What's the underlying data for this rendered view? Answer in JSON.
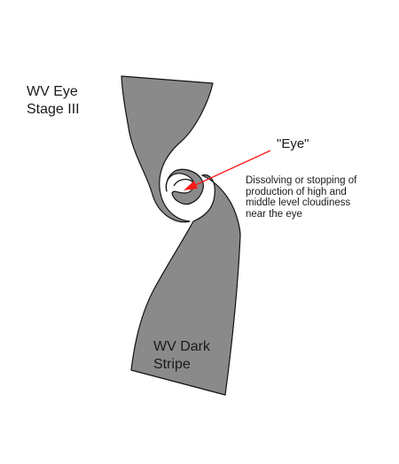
{
  "stage_label": {
    "line1": "WV Eye",
    "line2": "Stage III"
  },
  "eye_label": "\"Eye\"",
  "description": [
    "Dissolving or stopping of",
    "production of high and",
    "middle level cloudiness",
    "near the eye"
  ],
  "stripe_label": {
    "line1": "WV Dark",
    "line2": "Stripe"
  },
  "colors": {
    "shape_fill": "#8a8a8a",
    "shape_stroke": "#111111",
    "arrow": "#ff1a1a",
    "text": "#1a1a1a",
    "background": "#ffffff"
  }
}
